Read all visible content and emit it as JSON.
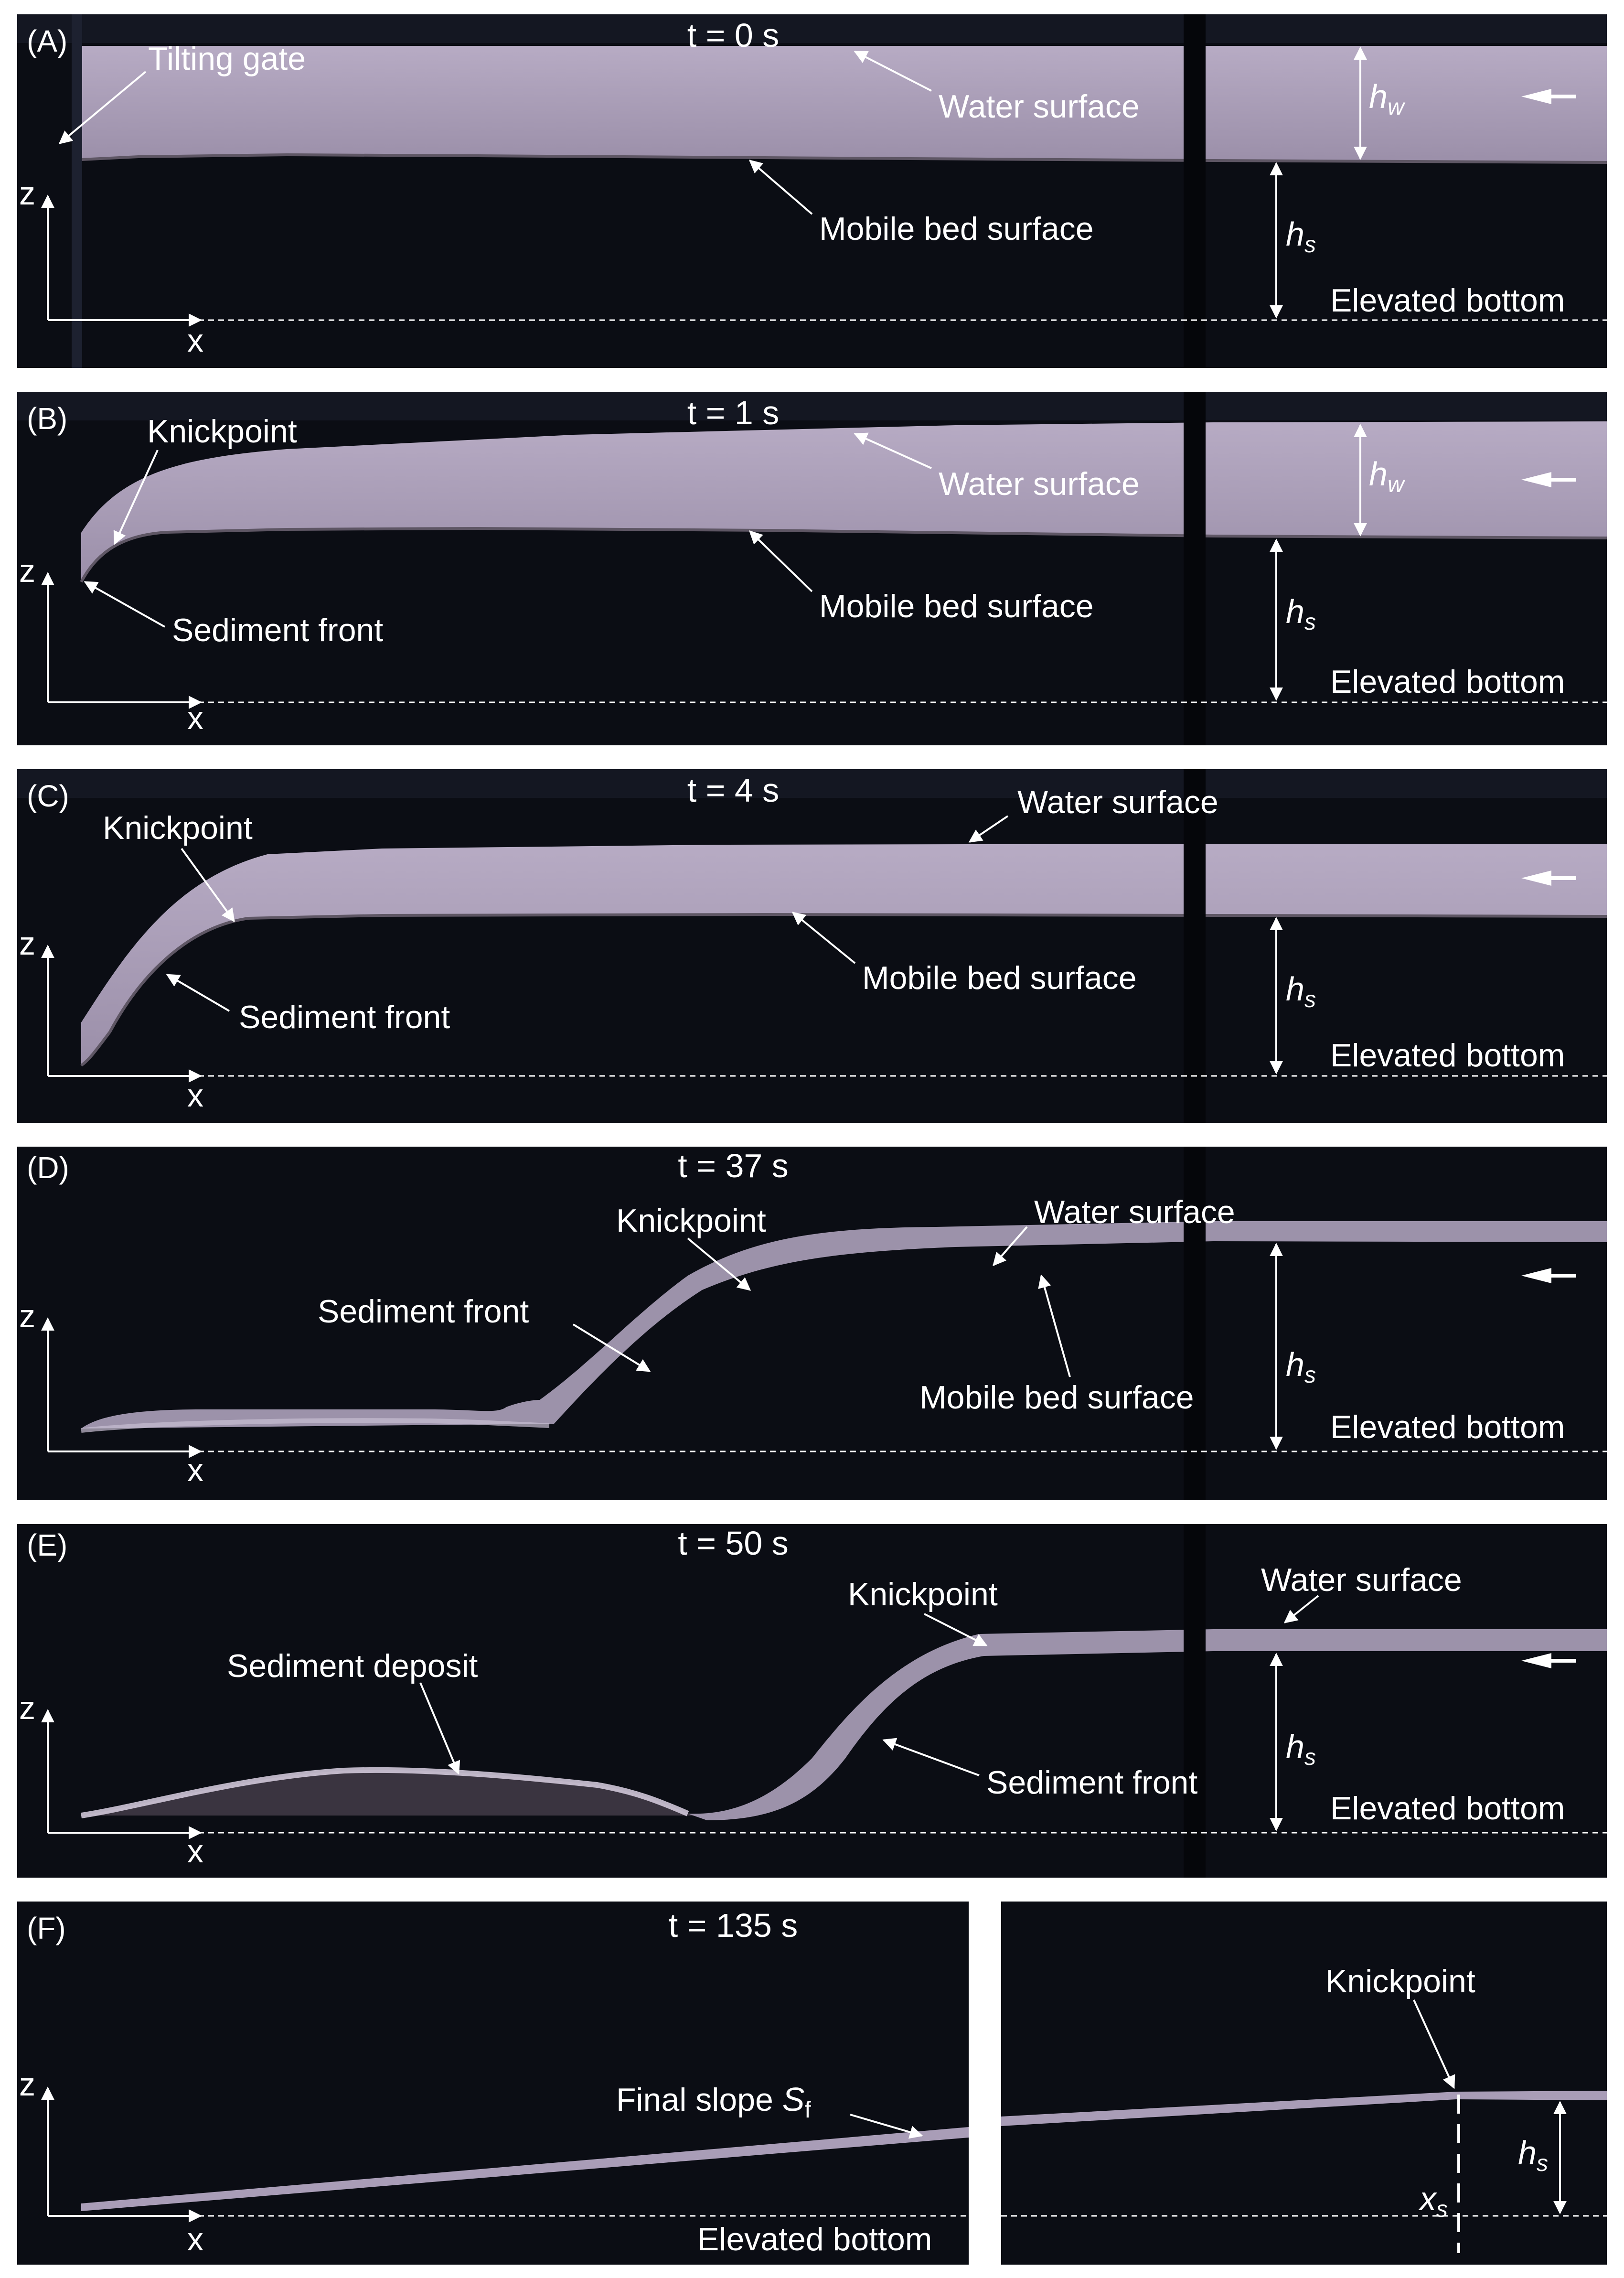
{
  "colors": {
    "panel_bg": "#0b0d14",
    "water": "#a99db7",
    "bed_line": "#6c6470",
    "annotation": "#ffffff",
    "page": "#ffffff"
  },
  "axes": {
    "z": "z",
    "x": "x"
  },
  "panels": [
    {
      "id": "A",
      "label": "(A)",
      "time": "t = 0 s",
      "labels": {
        "tilting_gate": "Tilting gate",
        "water_surface": "Water surface",
        "mobile_bed_surface": "Mobile bed surface",
        "elevated_bottom": "Elevated bottom"
      },
      "hw": {
        "symbol": "h",
        "sub": "w"
      },
      "hs": {
        "symbol": "h",
        "sub": "s"
      },
      "flow_arrow": "flow-direction-arrow"
    },
    {
      "id": "B",
      "label": "(B)",
      "time": "t = 1 s",
      "labels": {
        "knickpoint": "Knickpoint",
        "water_surface": "Water surface",
        "sediment_front": "Sediment front",
        "mobile_bed_surface": "Mobile bed surface",
        "elevated_bottom": "Elevated bottom"
      },
      "hw": {
        "symbol": "h",
        "sub": "w"
      },
      "hs": {
        "symbol": "h",
        "sub": "s"
      }
    },
    {
      "id": "C",
      "label": "(C)",
      "time": "t = 4 s",
      "labels": {
        "knickpoint": "Knickpoint",
        "water_surface": "Water surface",
        "sediment_front": "Sediment front",
        "mobile_bed_surface": "Mobile bed surface",
        "elevated_bottom": "Elevated bottom"
      },
      "hs": {
        "symbol": "h",
        "sub": "s"
      }
    },
    {
      "id": "D",
      "label": "(D)",
      "time": "t = 37 s",
      "labels": {
        "knickpoint": "Knickpoint",
        "water_surface": "Water surface",
        "sediment_front": "Sediment front",
        "mobile_bed_surface": "Mobile bed surface",
        "elevated_bottom": "Elevated bottom"
      },
      "hs": {
        "symbol": "h",
        "sub": "s"
      }
    },
    {
      "id": "E",
      "label": "(E)",
      "time": "t = 50 s",
      "labels": {
        "knickpoint": "Knickpoint",
        "water_surface": "Water surface",
        "sediment_deposit": "Sediment deposit",
        "sediment_front": "Sediment front",
        "elevated_bottom": "Elevated bottom"
      },
      "hs": {
        "symbol": "h",
        "sub": "s"
      }
    },
    {
      "id": "F",
      "label": "(F)",
      "time": "t = 135 s",
      "labels": {
        "knickpoint": "Knickpoint",
        "final_slope": "Final slope",
        "final_slope_symbol": "S",
        "final_slope_sub": "f",
        "elevated_bottom": "Elevated bottom"
      },
      "hs": {
        "symbol": "h",
        "sub": "s"
      },
      "xs": {
        "symbol": "x",
        "sub": "s"
      }
    }
  ]
}
